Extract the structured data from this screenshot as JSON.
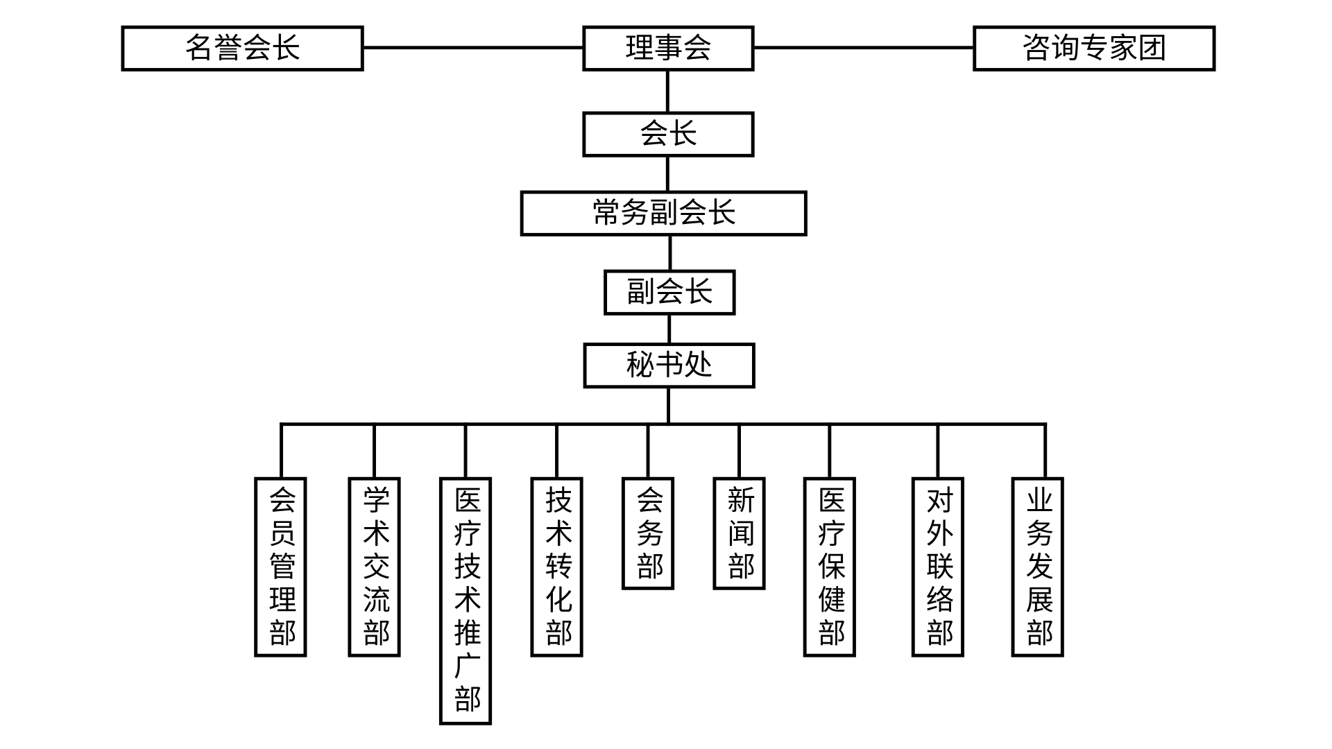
{
  "diagram": {
    "top_row": {
      "honorary_president": "名誉会长",
      "council": "理事会",
      "advisory_group": "咨询专家团"
    },
    "chain": {
      "president": "会长",
      "executive_vice_president": "常务副会长",
      "vice_president": "副会长",
      "secretariat": "秘书处"
    },
    "departments": [
      "会员管理部",
      "学术交流部",
      "医疗技术推广部",
      "技术转化部",
      "会务部",
      "新闻部",
      "医疗保健部",
      "对外联络部",
      "业务发展部"
    ]
  },
  "style": {
    "line_color": "#000000",
    "box_fill": "#ffffff"
  }
}
